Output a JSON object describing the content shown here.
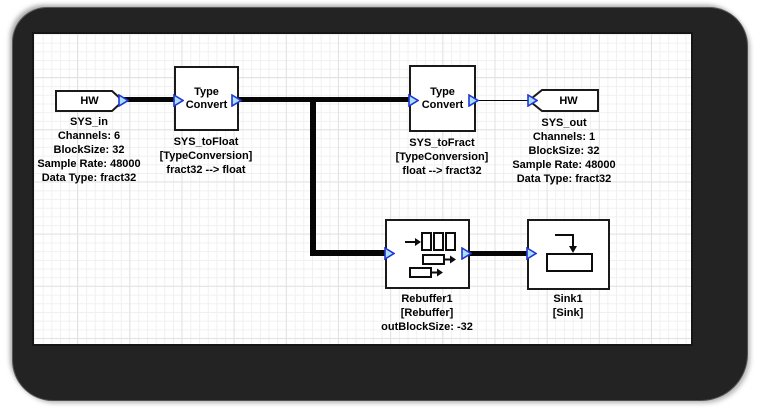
{
  "diagram": {
    "blocks": {
      "sys_in": {
        "title": "HW",
        "name": "SYS_in",
        "props": [
          "Channels: 6",
          "BlockSize: 32",
          "Sample Rate: 48000",
          "Data Type: fract32"
        ]
      },
      "sys_to_float": {
        "title": "Type Convert",
        "name": "SYS_toFloat",
        "type": "[TypeConversion]",
        "detail": "fract32 --> float"
      },
      "sys_to_fract": {
        "title": "Type Convert",
        "name": "SYS_toFract",
        "type": "[TypeConversion]",
        "detail": "float --> fract32"
      },
      "sys_out": {
        "title": "HW",
        "name": "SYS_out",
        "props": [
          "Channels: 1",
          "BlockSize: 32",
          "Sample Rate: 48000",
          "Data Type: fract32"
        ]
      },
      "rebuffer1": {
        "name": "Rebuffer1",
        "type": "[Rebuffer]",
        "detail": "outBlockSize: -32"
      },
      "sink1": {
        "name": "Sink1",
        "type": "[Sink]"
      }
    },
    "icons": {
      "port": "right-triangle-port-icon",
      "rebuffer": "rebuffer-blocks-icon",
      "sink": "sink-arrow-into-register-icon"
    },
    "colors": {
      "port_fill": "#a6e2f8",
      "port_stroke": "#2433d6",
      "wire": "#060606",
      "block_border": "#1a1a1a",
      "grid_minor": "#f0f0f0",
      "grid_major": "#e2e2e2",
      "frame": "#232323",
      "canvas_bg": "#ffffff",
      "text": "#000000"
    }
  }
}
